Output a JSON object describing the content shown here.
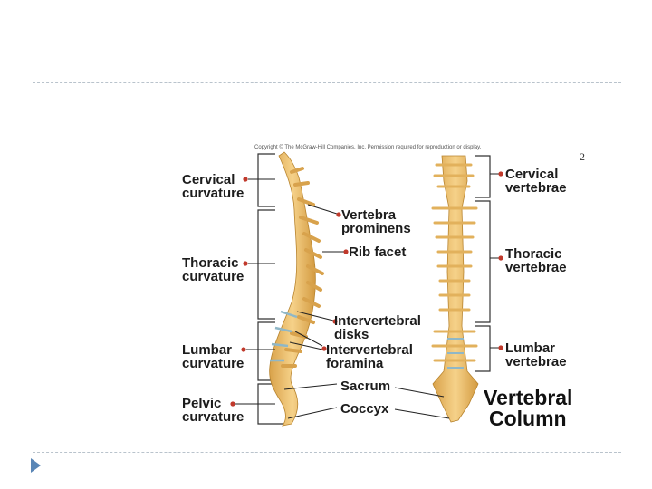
{
  "slide": {
    "page_number": "2"
  },
  "figure": {
    "copyright": "Copyright © The McGraw-Hill Companies, Inc. Permission required for reproduction or display.",
    "left_labels": {
      "cervical_curvature": [
        "Cervical",
        "curvature"
      ],
      "thoracic_curvature": [
        "Thoracic",
        "curvature"
      ],
      "lumbar_curvature": [
        "Lumbar",
        "curvature"
      ],
      "pelvic_curvature": [
        "Pelvic",
        "curvature"
      ]
    },
    "middle_labels": {
      "vertebra_prominens": [
        "Vertebra",
        "prominens"
      ],
      "rib_facet": "Rib facet",
      "intervertebral_disks": [
        "Intervertebral",
        "disks"
      ],
      "intervertebral_foramina": [
        "Intervertebral",
        "foramina"
      ],
      "sacrum": "Sacrum",
      "coccyx": "Coccyx"
    },
    "right_labels": {
      "cervical_vertebrae": [
        "Cervical",
        "vertebrae"
      ],
      "thoracic_vertebrae": [
        "Thoracic",
        "vertebrae"
      ],
      "lumbar_vertebrae": [
        "Lumbar",
        "vertebrae"
      ]
    },
    "title": [
      "Vertebral",
      "Column"
    ],
    "colors": {
      "bone": "#f2c46e",
      "bone_dark": "#c9922f",
      "disk": "#8fb7c7",
      "leader_dot": "#c0392b"
    }
  }
}
